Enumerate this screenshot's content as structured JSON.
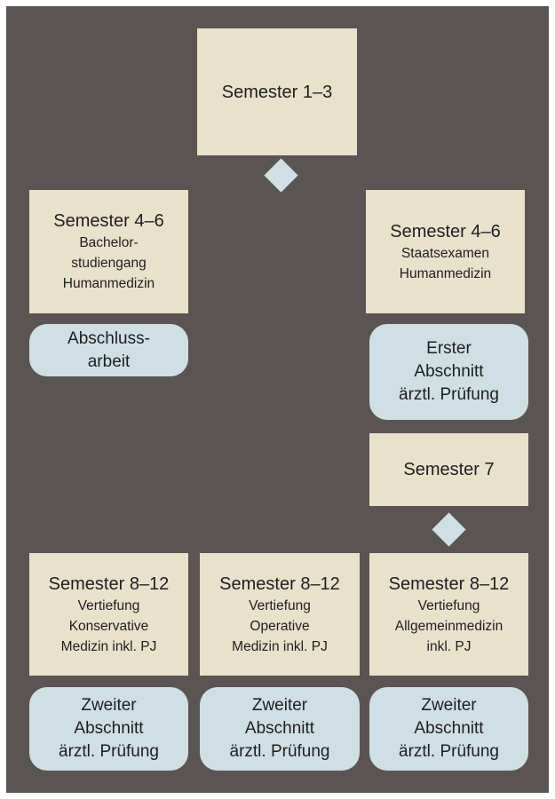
{
  "top": {
    "title": "Semester 1–3"
  },
  "bachelor": {
    "title": "Semester 4–6",
    "lines": [
      "Bachelor-",
      "studiengang",
      "Humanmedizin"
    ],
    "exam": [
      "Abschluss-",
      "arbeit"
    ]
  },
  "staats": {
    "title": "Semester 4–6",
    "lines": [
      "Staatsexamen",
      "Humanmedizin"
    ],
    "exam": [
      "Erster",
      "Abschnitt",
      "ärztl. Prüfung"
    ]
  },
  "semester7": {
    "title": "Semester 7"
  },
  "konservativ": {
    "title": "Semester 8–12",
    "lines": [
      "Vertiefung",
      "Konservative",
      "Medizin inkl. PJ"
    ],
    "exam": [
      "Zweiter",
      "Abschnitt",
      "ärztl. Prüfung"
    ]
  },
  "operativ": {
    "title": "Semester 8–12",
    "lines": [
      "Vertiefung",
      "Operative",
      "Medizin inkl. PJ"
    ],
    "exam": [
      "Zweiter",
      "Abschnitt",
      "ärztl. Prüfung"
    ]
  },
  "allgemein": {
    "title": "Semester 8–12",
    "lines": [
      "Vertiefung",
      "Allgemeinmedizin",
      "inkl. PJ"
    ],
    "exam": [
      "Zweiter",
      "Abschnitt",
      "ärztl. Prüfung"
    ]
  },
  "colors": {
    "background": "#5a5553",
    "box": "#e8e1cc",
    "pill": "#cfdfe4",
    "text": "#1e1e1e"
  }
}
